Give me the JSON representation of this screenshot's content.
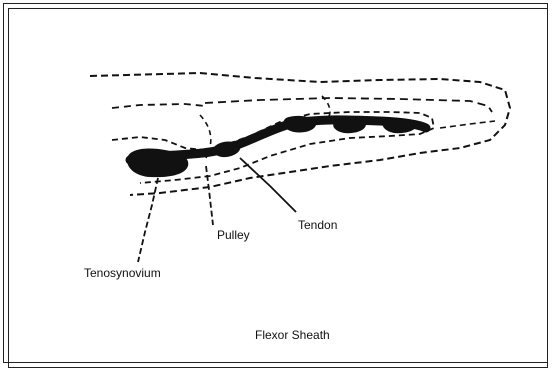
{
  "labels": {
    "tendon": "Tendon",
    "pulley": "Pulley",
    "tenosynovium": "Tenosynovium",
    "flexor_sheath": "Flexor Sheath"
  }
}
